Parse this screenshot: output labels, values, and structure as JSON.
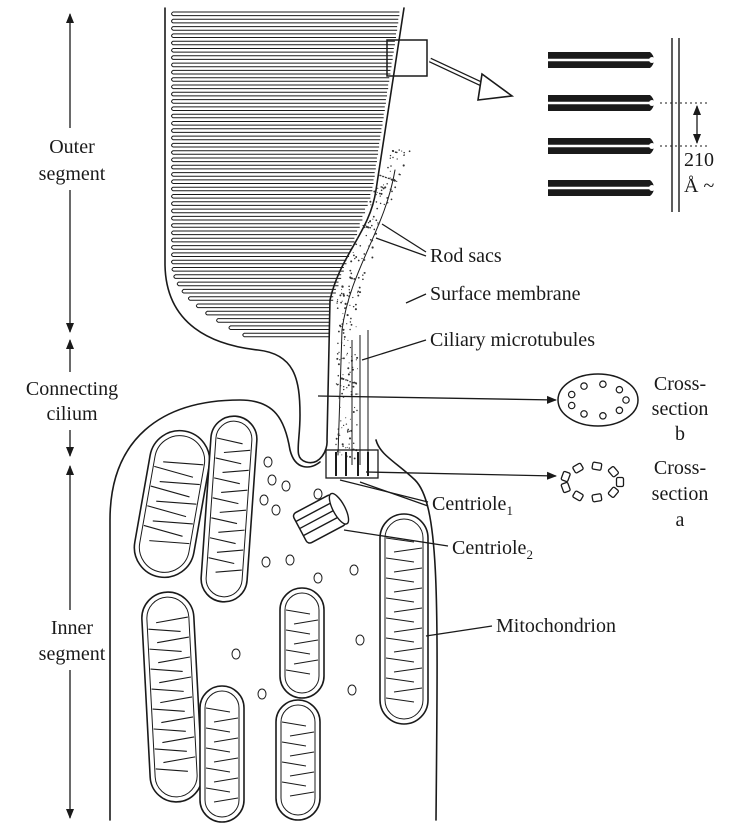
{
  "regions": {
    "outer_segment": [
      "Outer",
      "segment"
    ],
    "connecting_cilium": [
      "Connecting",
      "cilium"
    ],
    "inner_segment": [
      "Inner",
      "segment"
    ]
  },
  "labels": {
    "rod_sacs": "Rod sacs",
    "surface_membrane": "Surface membrane",
    "ciliary_microtubules": "Ciliary microtubules",
    "centriole1": "Centriole",
    "centriole1_sub": "1",
    "centriole2": "Centriole",
    "centriole2_sub": "2",
    "mitochondrion": "Mitochondrion"
  },
  "cross_sections": {
    "b": [
      "Cross-",
      "section",
      "b"
    ],
    "a": [
      "Cross-",
      "section",
      "a"
    ]
  },
  "inset": {
    "spacing_value": "210",
    "spacing_unit": "Å ~"
  }
}
